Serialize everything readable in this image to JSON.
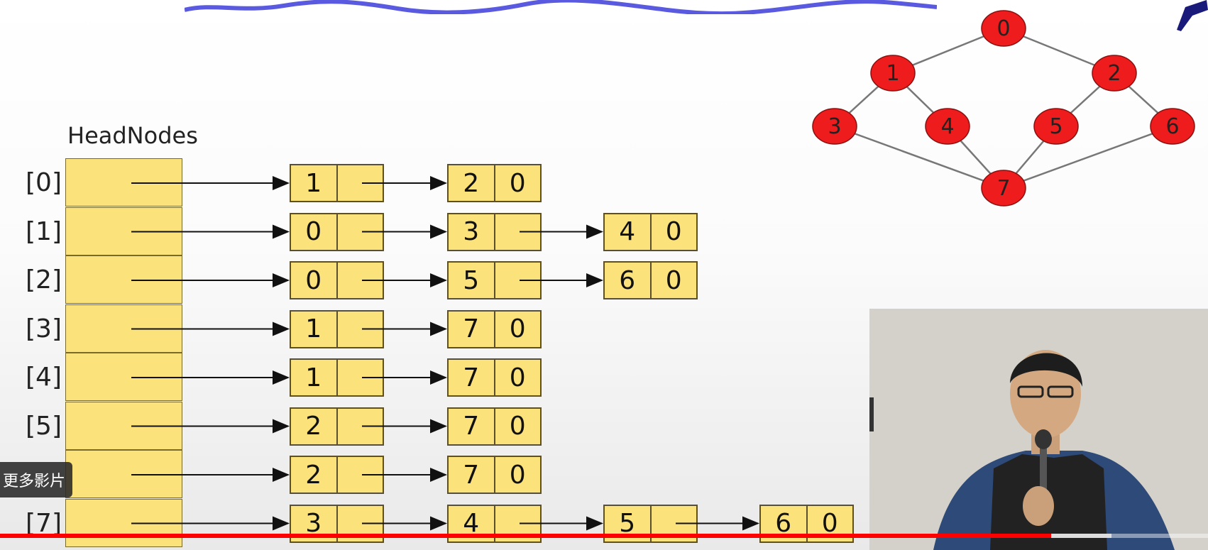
{
  "slide": {
    "title": "HeadNodes",
    "rows": [
      {
        "index": "[0]",
        "nodes": [
          [
            "1",
            ""
          ],
          [
            "2",
            "0"
          ]
        ]
      },
      {
        "index": "[1]",
        "nodes": [
          [
            "0",
            ""
          ],
          [
            "3",
            ""
          ],
          [
            "4",
            "0"
          ]
        ]
      },
      {
        "index": "[2]",
        "nodes": [
          [
            "0",
            ""
          ],
          [
            "5",
            ""
          ],
          [
            "6",
            "0"
          ]
        ]
      },
      {
        "index": "[3]",
        "nodes": [
          [
            "1",
            ""
          ],
          [
            "7",
            "0"
          ]
        ]
      },
      {
        "index": "[4]",
        "nodes": [
          [
            "1",
            ""
          ],
          [
            "7",
            "0"
          ]
        ]
      },
      {
        "index": "[5]",
        "nodes": [
          [
            "2",
            ""
          ],
          [
            "7",
            "0"
          ]
        ]
      },
      {
        "index": "",
        "nodes": [
          [
            "2",
            ""
          ],
          [
            "7",
            "0"
          ]
        ]
      },
      {
        "index": "[7]",
        "nodes": [
          [
            "3",
            ""
          ],
          [
            "4",
            ""
          ],
          [
            "5",
            ""
          ],
          [
            "6",
            "0"
          ]
        ]
      }
    ]
  },
  "graph": {
    "nodes": [
      "0",
      "1",
      "2",
      "3",
      "4",
      "5",
      "6",
      "7"
    ],
    "edges": [
      [
        "0",
        "1"
      ],
      [
        "0",
        "2"
      ],
      [
        "1",
        "3"
      ],
      [
        "1",
        "4"
      ],
      [
        "2",
        "5"
      ],
      [
        "2",
        "6"
      ],
      [
        "3",
        "7"
      ],
      [
        "4",
        "7"
      ],
      [
        "5",
        "7"
      ],
      [
        "6",
        "7"
      ]
    ],
    "node_color": "#ee1c1c"
  },
  "player": {
    "more_videos_label": "更多影片",
    "progress_fraction": 0.87,
    "buffer_fraction": 0.92,
    "progress_color": "#ff0000"
  },
  "colors": {
    "node_fill": "#fbe27a",
    "node_border": "#5a5030"
  }
}
